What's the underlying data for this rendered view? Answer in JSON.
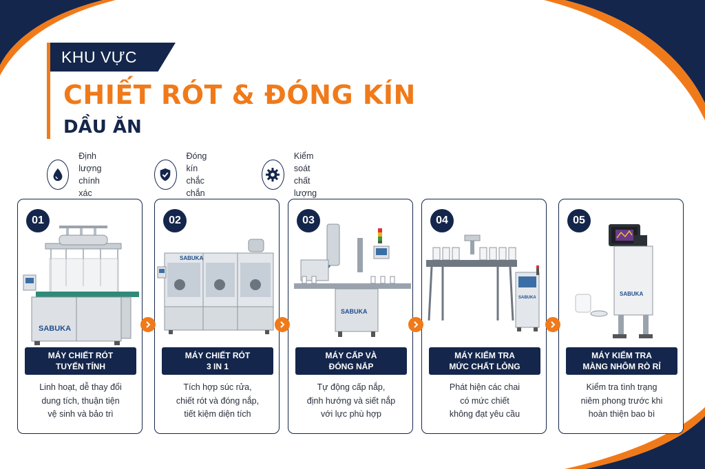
{
  "header": {
    "kicker": "KHU VỰC",
    "title": "CHIẾT RÓT & ĐÓNG KÍN",
    "subtitle": "DẦU ĂN"
  },
  "features": [
    {
      "icon": "oil-drop-icon",
      "text": "Định lượng\nchính xác"
    },
    {
      "icon": "shield-check-icon",
      "text": "Đóng kín\nchắc chắn"
    },
    {
      "icon": "gear-icon",
      "text": "Kiểm soát\nchất lượng"
    }
  ],
  "brand": "SABUKA",
  "steps": [
    {
      "number": "01",
      "title": "MÁY CHIẾT RÓT\nTUYẾN TÍNH",
      "description": "Linh hoạt, dễ thay đổi\ndung tích, thuận tiện\nvệ sinh và bảo trì"
    },
    {
      "number": "02",
      "title": "MÁY CHIẾT RÓT\n3 IN 1",
      "description": "Tích hợp súc rửa,\nchiết rót và đóng nắp,\ntiết kiệm diện tích"
    },
    {
      "number": "03",
      "title": "MÁY CẤP VÀ\nĐÓNG NẮP",
      "description": "Tự động cấp nắp,\nđịnh hướng và siết nắp\nvới lực phù hợp"
    },
    {
      "number": "04",
      "title": "MÁY KIỂM TRA\nMỨC CHẤT LỎNG",
      "description": "Phát hiện các chai\ncó mức chiết\nkhông đạt yêu cầu"
    },
    {
      "number": "05",
      "title": "MÁY KIỂM TRA\nMÀNG NHÔM RÒ RỈ",
      "description": "Kiểm tra tình trạng\nniêm phong trước khi\nhoàn thiện bao bì"
    }
  ],
  "colors": {
    "navy": "#14264b",
    "orange": "#f07a1a"
  }
}
